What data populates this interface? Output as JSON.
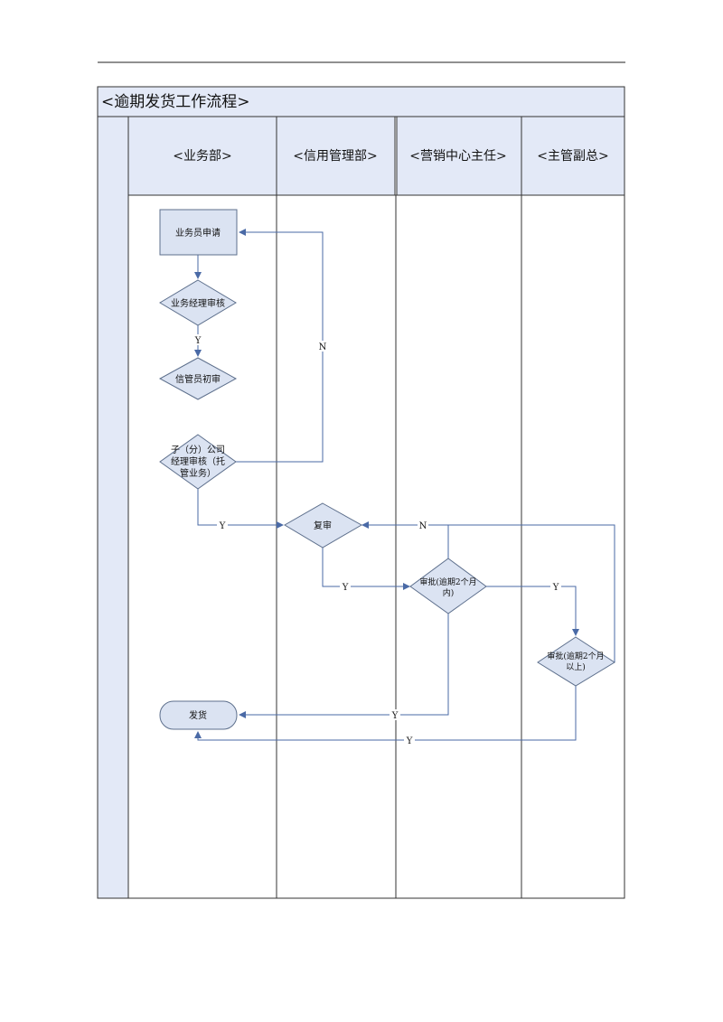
{
  "title": "<逾期发货工作流程>",
  "lanes": [
    {
      "label": "<业务部>"
    },
    {
      "label": "<信用管理部>"
    },
    {
      "label": "<营销中心主任>"
    },
    {
      "label": "<主管副总>"
    }
  ],
  "nodes": {
    "apply": "业务员申请",
    "manager_review": "业务经理审核",
    "credit_initial": "信管员初审",
    "sub_review": [
      "子（分）公司",
      "经理审核（托",
      "管业务）"
    ],
    "recheck": "复审",
    "approve_2m_within": [
      "审批(逾期2个月",
      "内)"
    ],
    "approve_2m_over": [
      "审批(逾期2个月",
      "以上)"
    ],
    "ship": "发货"
  },
  "edge_labels": {
    "y_manager": "Y",
    "n_sub": "N",
    "y_sub_recheck": "Y",
    "n_return": "N",
    "y_recheck": "Y",
    "y_to_vp": "Y",
    "y_ship_1": "Y",
    "y_ship_2": "Y"
  },
  "colors": {
    "header_fill": "#e3e9f7",
    "node_fill": "#dbe3f2",
    "node_stroke": "#5d6f8c",
    "edge": "#4a6aa6",
    "border": "#333333"
  }
}
